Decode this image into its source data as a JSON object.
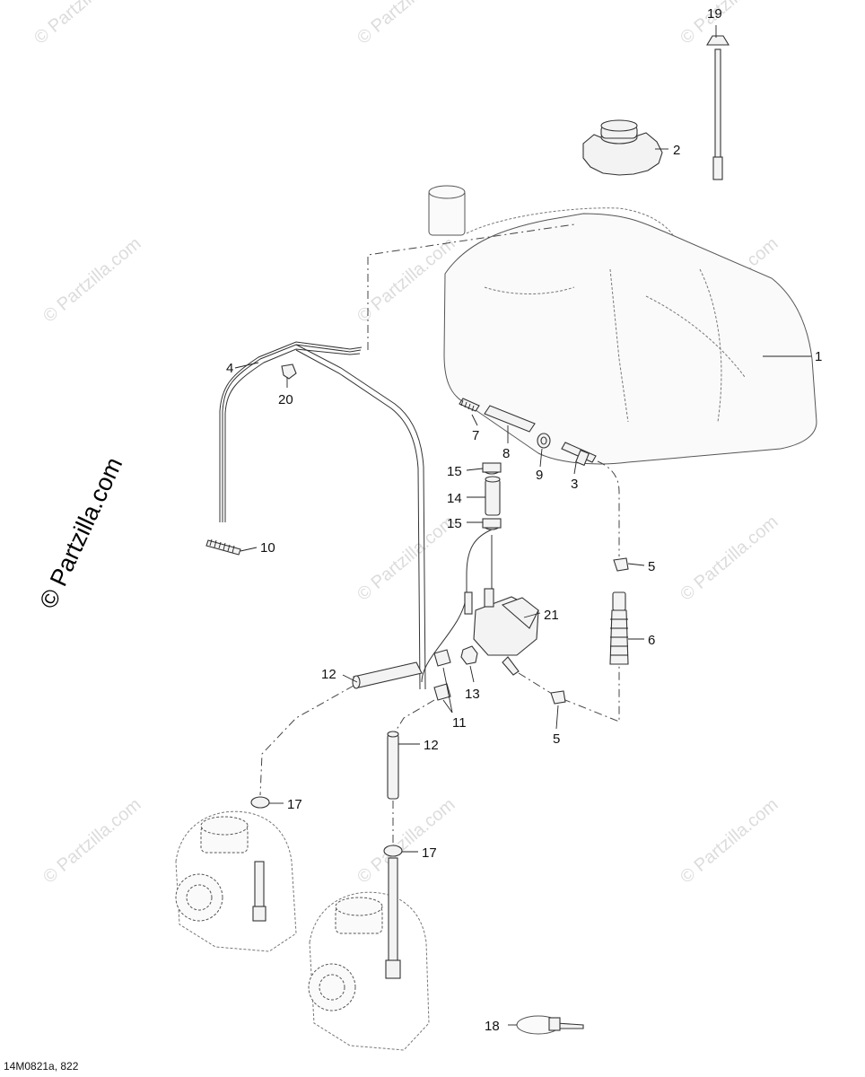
{
  "diagram_code": "14M0821a, 822",
  "watermark": {
    "small": "© Partzilla.com",
    "large": "© Partzilla.com"
  },
  "callouts": {
    "c1": "1",
    "c2": "2",
    "c3": "3",
    "c4": "4",
    "c5a": "5",
    "c5b": "5",
    "c6": "6",
    "c7": "7",
    "c8": "8",
    "c9": "9",
    "c10": "10",
    "c11": "11",
    "c12a": "12",
    "c12b": "12",
    "c13": "13",
    "c14": "14",
    "c15a": "15",
    "c15b": "15",
    "c17a": "17",
    "c17b": "17",
    "c18": "18",
    "c19": "19",
    "c20": "20",
    "c21": "21"
  }
}
